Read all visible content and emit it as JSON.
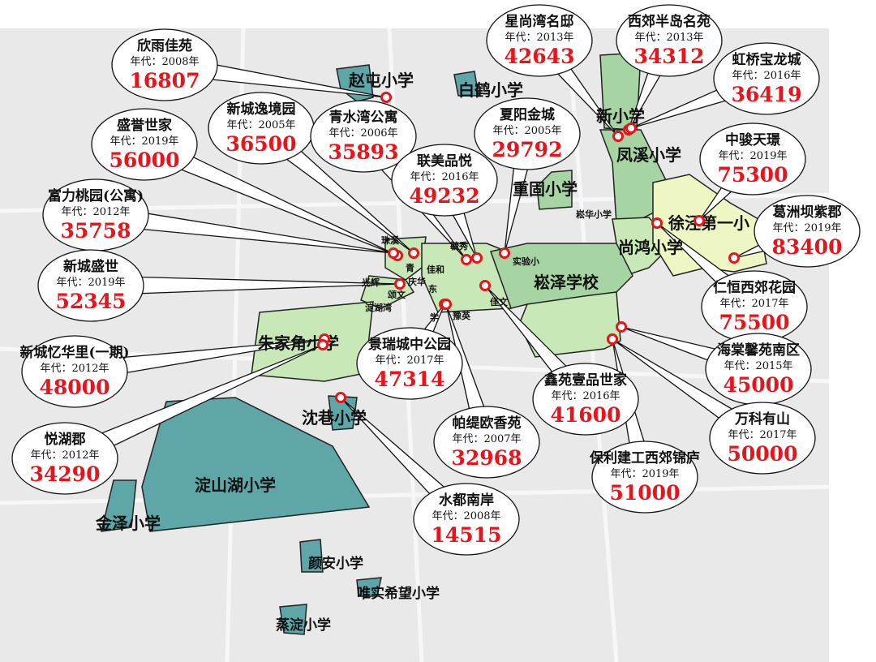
{
  "colors": {
    "point": "#e8141b",
    "dark_zone": "#5fa6a9",
    "mid_zone": "#a7d4a3",
    "light_zone": "#c9e8b8",
    "pale_zone": "#eef6c3",
    "map_bg": "#e9e9e9"
  },
  "year_prefix": "年代：",
  "schools": [
    "赵屯小学",
    "白鹤小学",
    "新小学",
    "凤溪小学",
    "重固小学",
    "崧华小学",
    "徐泾第一小",
    "尚鸿小学",
    "崧泽学校",
    "朱家角小学",
    "沈巷小学",
    "淀山湖小学",
    "金泽小学",
    "颜安小学",
    "唯实希望小学",
    "蒸淀小学",
    "珠溪",
    "佳和",
    "青",
    "颂文",
    "东",
    "学",
    "豫英",
    "庆华",
    "毓秀",
    "实验小",
    "淀湖湾",
    "光辉",
    "佳文"
  ],
  "callouts": [
    {
      "name": "欣雨佳苑",
      "year": "年代：2008年",
      "price": "16807"
    },
    {
      "name": "盛誉世家",
      "year": "年代：2019年",
      "price": "56000"
    },
    {
      "name": "新城逸境园",
      "year": "年代：2005年",
      "price": "36500"
    },
    {
      "name": "青水湾公寓",
      "year": "年代：2006年",
      "price": "35893"
    },
    {
      "name": "富力桃园(公寓)",
      "year": "年代：2012年",
      "price": "35758"
    },
    {
      "name": "联美品悦",
      "year": "年代：2016年",
      "price": "49232"
    },
    {
      "name": "夏阳金城",
      "year": "年代：2005年",
      "price": "29792"
    },
    {
      "name": "星尚湾名邸",
      "year": "年代：2013年",
      "price": "42643"
    },
    {
      "name": "西郊半岛名苑",
      "year": "年代：2013年",
      "price": "34312"
    },
    {
      "name": "虹桥宝龙城",
      "year": "年代：2016年",
      "price": "36419"
    },
    {
      "name": "中骏天璟",
      "year": "年代：2019年",
      "price": "75300"
    },
    {
      "name": "葛洲坝紫郡",
      "year": "年代：2019年",
      "price": "83400"
    },
    {
      "name": "新城盛世",
      "year": "年代：2019年",
      "price": "52345"
    },
    {
      "name": "仁恒西郊花园",
      "year": "年代：2017年",
      "price": "75500"
    },
    {
      "name": "新城忆华里(一期)",
      "year": "年代：2012年",
      "price": "48000"
    },
    {
      "name": "景瑞城中公园",
      "year": "年代：2017年",
      "price": "47314"
    },
    {
      "name": "海棠馨苑南区",
      "year": "年代：2015年",
      "price": "45000"
    },
    {
      "name": "鑫苑壹品世家",
      "year": "年代：2016年",
      "price": "41600"
    },
    {
      "name": "万科有山",
      "year": "年代：2017年",
      "price": "50000"
    },
    {
      "name": "悦湖郡",
      "year": "年代：2012年",
      "price": "34290"
    },
    {
      "name": "帕缇欧香苑",
      "year": "年代：2007年",
      "price": "32968"
    },
    {
      "name": "保利建工西郊锦庐",
      "year": "年代：2019年",
      "price": "51000"
    },
    {
      "name": "水都南岸",
      "year": "年代：2008年",
      "price": "14515"
    }
  ]
}
